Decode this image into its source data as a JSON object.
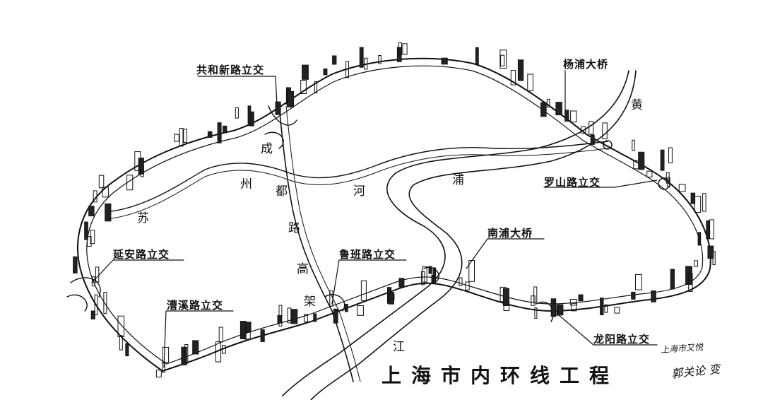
{
  "map": {
    "title": "上海市内环线工程",
    "interchanges": {
      "gonghexin": "共和新路立交",
      "yangpu_bridge": "杨浦大桥",
      "luoshan": "罗山路立交",
      "nanpu_bridge": "南浦大桥",
      "luban": "鲁班路立交",
      "yanan": "延安路立交",
      "caoxi": "漕溪路立交",
      "longyang": "龙阳路立交"
    },
    "river_chars": {
      "suzhou": [
        "苏",
        "州",
        "河"
      ],
      "chengdu": [
        "成",
        "都",
        "路"
      ],
      "gaojia": [
        "高",
        "架"
      ],
      "huangpu": [
        "黄",
        "浦",
        "江"
      ]
    },
    "signature": {
      "line1": "上海市又悦",
      "line2": "郭关论 变"
    }
  }
}
